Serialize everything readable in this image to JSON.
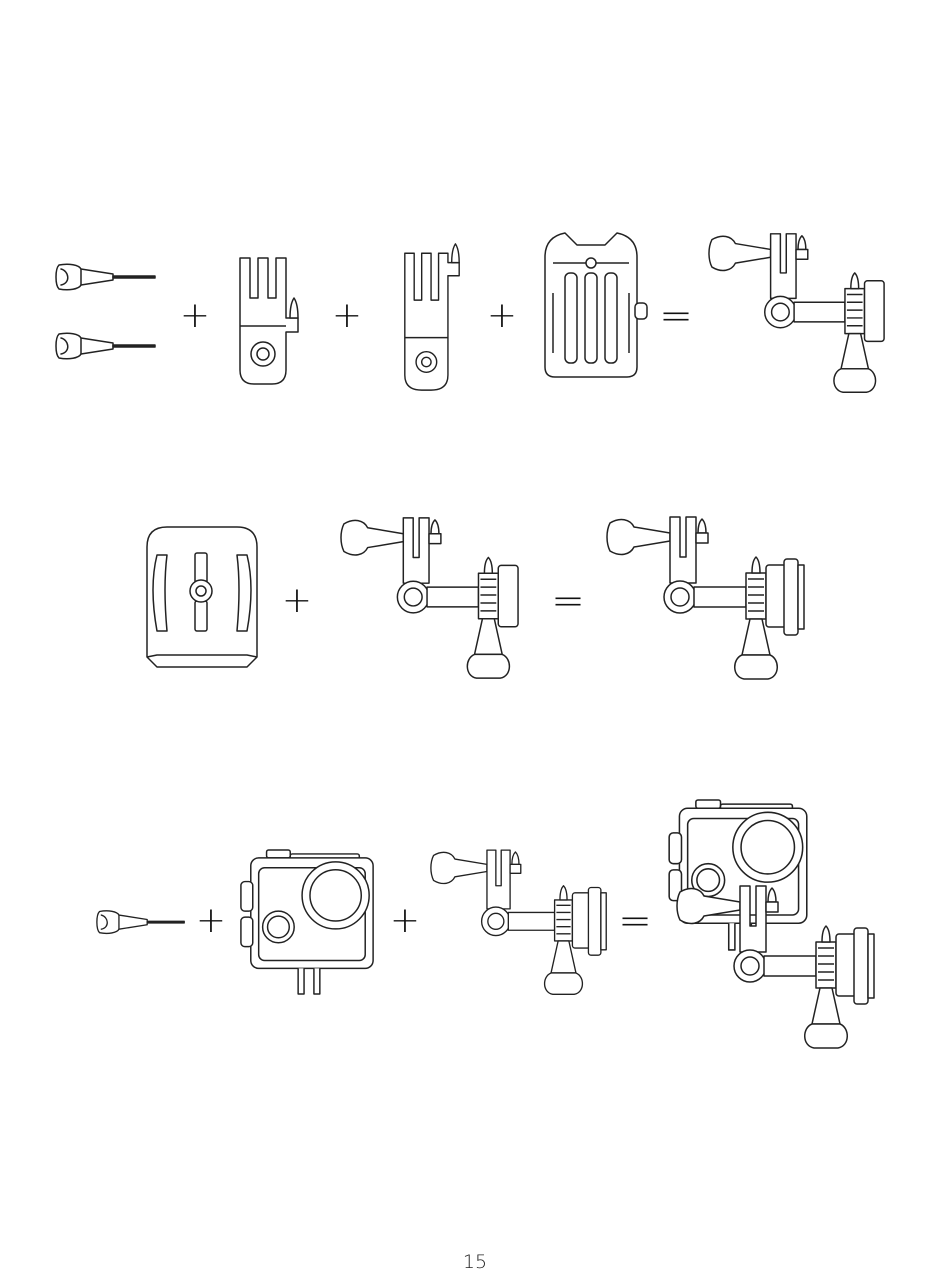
{
  "operators": {
    "plus": "+",
    "equals": "="
  },
  "page_number": "15",
  "rows": [
    {
      "name": "row-1",
      "items": [
        "thumb-screws",
        "+",
        "short-pivot-arm",
        "+",
        "long-pivot-arm",
        "+",
        "buckle-mount",
        "=",
        "arm-assembly"
      ]
    },
    {
      "name": "row-2",
      "items": [
        "flat-adhesive-base",
        "+",
        "arm-assembly",
        "=",
        "arm-assembly-with-base"
      ]
    },
    {
      "name": "row-3",
      "items": [
        "thumb-screw",
        "+",
        "camera-waterproof-case",
        "+",
        "arm-assembly-with-base",
        "=",
        "complete-mount-with-camera"
      ]
    }
  ],
  "icons": {
    "thumb_screw": "thumb-screw-icon",
    "short_arm": "short-pivot-arm-icon",
    "long_arm": "long-pivot-arm-icon",
    "buckle": "buckle-mount-icon",
    "assembly": "arm-assembly-icon",
    "base": "flat-mount-base-icon",
    "camera": "camera-case-icon"
  }
}
